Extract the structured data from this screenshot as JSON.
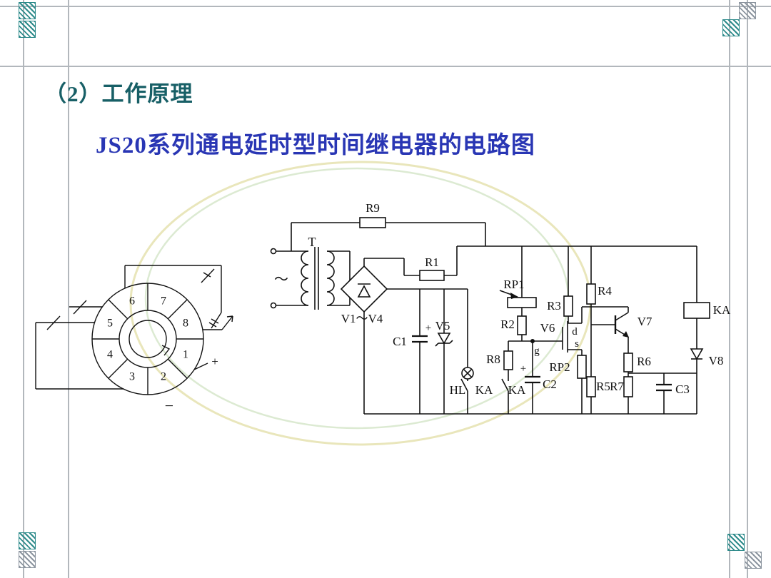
{
  "slide": {
    "title": "（2）工作原理",
    "subtitle": "JS20系列通电延时型时间继电器的电路图"
  },
  "socket": {
    "pins": [
      "1",
      "2",
      "3",
      "4",
      "5",
      "6",
      "7",
      "8"
    ],
    "plus": "+",
    "minus": "−"
  },
  "circuit": {
    "labels": {
      "r9": "R9",
      "t": "T",
      "ac": "～",
      "bridge": "V1～V4",
      "r1": "R1",
      "c1": "C1",
      "c1_plus": "+",
      "v5": "V5",
      "hl": "HL",
      "ka_hl": "KA",
      "r8": "R8",
      "ka_r8": "KA",
      "c2_plus": "+",
      "c2": "C2",
      "rp1": "RP1",
      "r2": "R2",
      "r3": "R3",
      "v6": "V6",
      "d": "d",
      "s": "s",
      "g": "g",
      "rp2": "RP2",
      "r4": "R4",
      "r5": "R5",
      "r7": "R7",
      "v7": "V7",
      "r6": "R6",
      "c3": "C3",
      "ka_relay": "KA",
      "v8": "V8"
    }
  },
  "colors": {
    "titleColor": "#175f66",
    "subtitleColor": "#2936b4",
    "hatchTeal": "#2e8b8b",
    "hatchGray": "#8d96a0",
    "lineGray": "#b2b7bc",
    "ellipseYellow": "#e9e6bb",
    "ellipseGreen": "#dcead2"
  }
}
